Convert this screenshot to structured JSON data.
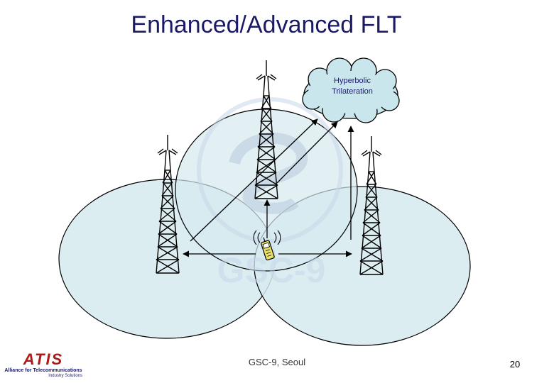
{
  "slide": {
    "title": "Enhanced/Advanced FLT",
    "footer_center": "GSC-9, Seoul",
    "page_number": "20"
  },
  "diagram": {
    "cloud_label_line1": "Hyperbolic",
    "cloud_label_line2": "Trilateration",
    "coverage_fill": "#d6eaf0",
    "watermark_color": "#c8d8ea"
  },
  "logo": {
    "mark": "ATIS",
    "line1": "Alliance for Telecommunications",
    "line2": "Industry Solutions"
  }
}
